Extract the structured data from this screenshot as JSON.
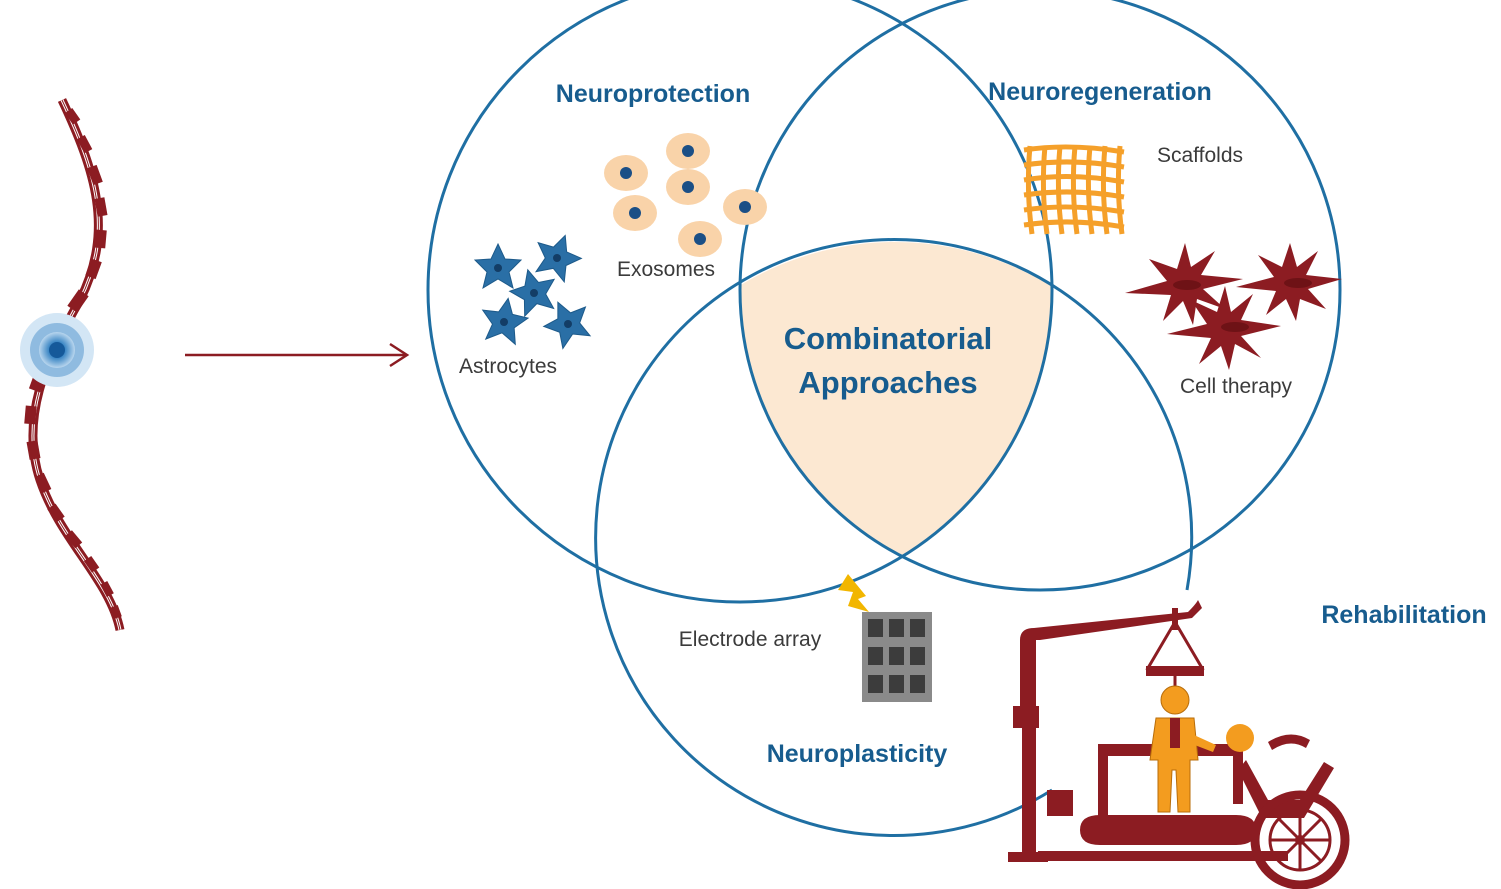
{
  "colors": {
    "circle_stroke": "#1f6fa3",
    "title_text": "#175c8e",
    "center_fill": "#fce8d2",
    "spine_red": "#8c1c22",
    "arrow_red": "#8c1c22",
    "astrocyte_blue": "#2a6fa6",
    "exosome_fill": "#f9d3a9",
    "exosome_dot": "#1b4f86",
    "scaffold_orange": "#f5a02a",
    "cell_therapy_red": "#8c1c22",
    "electrode_grey": "#8a8a8a",
    "bolt_yellow": "#f2b600",
    "rehab_orange": "#f39c1f"
  },
  "diagram": {
    "circles": {
      "neuroprotection": "Neuroprotection",
      "neuroregeneration": "Neuroregeneration",
      "neuroplasticity": "Neuroplasticity"
    },
    "center": {
      "line1": "Combinatorial",
      "line2": "Approaches"
    },
    "items": {
      "astrocytes": "Astrocytes",
      "exosomes": "Exosomes",
      "scaffolds": "Scaffolds",
      "cell_therapy": "Cell therapy",
      "electrode_array": "Electrode array"
    },
    "rehabilitation": "Rehabilitation"
  },
  "icons": [
    "spinal-cord-icon",
    "injury-site-icon",
    "arrow-icon",
    "astrocyte-icon",
    "exosome-icon",
    "scaffold-icon",
    "cell-therapy-icon",
    "electrode-array-icon",
    "lightning-bolt-icon",
    "treadmill-icon",
    "wheelchair-icon",
    "person-icon"
  ]
}
